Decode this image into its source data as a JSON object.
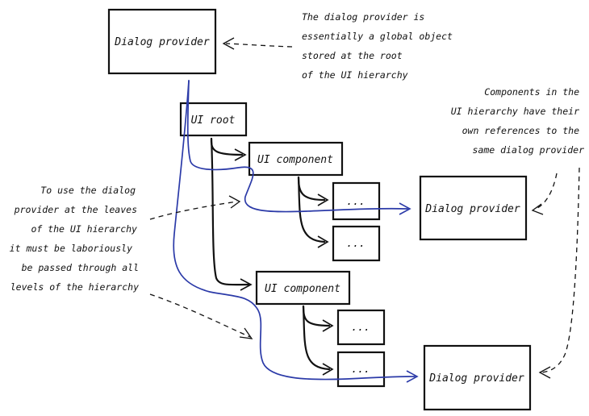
{
  "boxes": {
    "provider_top": "Dialog provider",
    "ui_root": "UI root",
    "component_1": "UI component",
    "leaf_1": "...",
    "leaf_2": "...",
    "provider_mid": "Dialog provider",
    "component_2": "UI component",
    "leaf_3": "...",
    "leaf_4": "...",
    "provider_bottom": "Dialog provider"
  },
  "notes": {
    "top": [
      "The dialog provider is",
      "essentially a global object",
      "stored at the root",
      "of the UI hierarchy"
    ],
    "right": [
      "Components in the",
      "UI hierarchy have their",
      "own references to the",
      "same dialog provider"
    ],
    "left": [
      "To use the dialog",
      "provider at the leaves",
      "of the UI hierarchy",
      "it must be laboriously",
      "be passed through all",
      "levels of the hierarchy"
    ]
  },
  "colors": {
    "ink": "#111111",
    "blue_line": "#2b3aa8",
    "background": "#ffffff"
  }
}
